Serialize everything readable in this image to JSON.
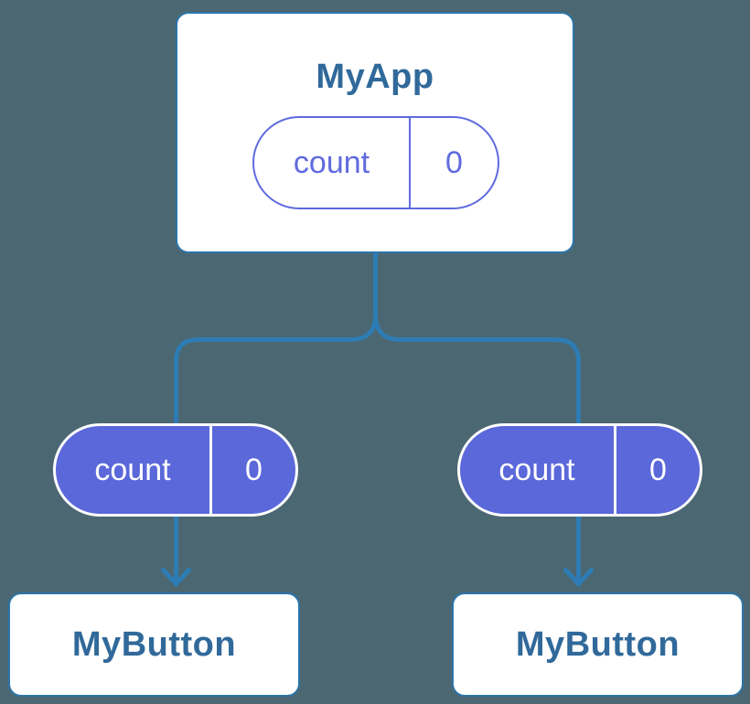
{
  "colors": {
    "background": "#4B6772",
    "card_border": "#2C75A9",
    "card_background": "#FFFFFF",
    "title_text": "#30699A",
    "edge_line": "#2E7CB4",
    "state_pill_outline": "#5F6BDE",
    "state_pill_fill": "#5B68DA",
    "state_pill_text_on_fill": "#FFFFFF"
  },
  "diagram": {
    "root": {
      "title": "MyApp",
      "state": {
        "name": "count",
        "value": "0"
      }
    },
    "children": [
      {
        "title": "MyButton",
        "prop": {
          "name": "count",
          "value": "0"
        }
      },
      {
        "title": "MyButton",
        "prop": {
          "name": "count",
          "value": "0"
        }
      }
    ]
  }
}
